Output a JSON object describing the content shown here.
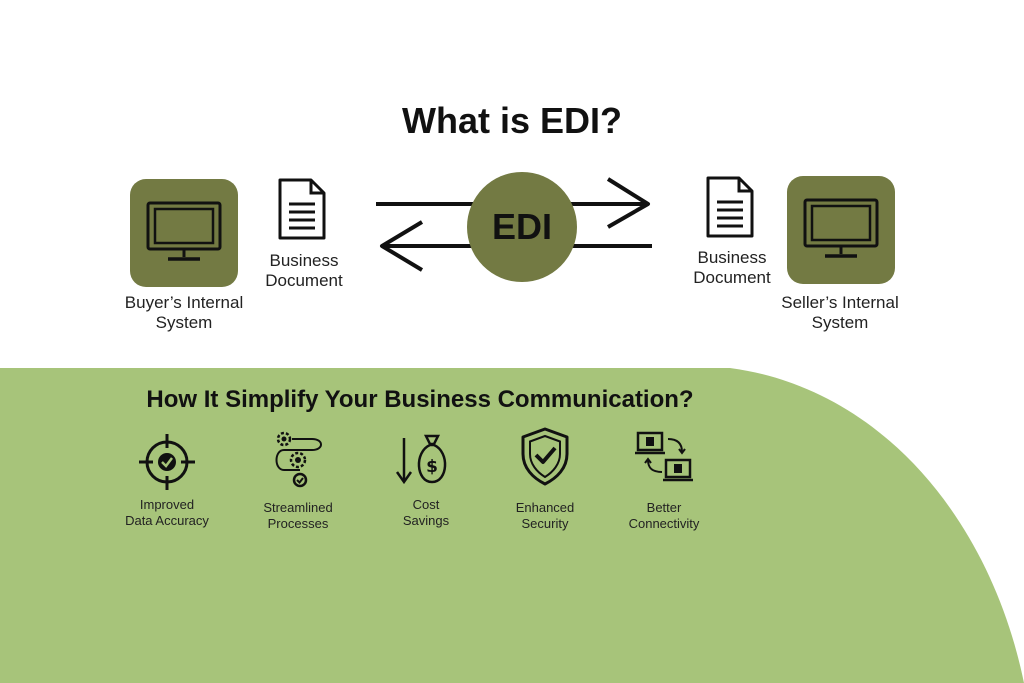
{
  "colors": {
    "olive": "#737a43",
    "light_green": "#a7c47a",
    "ink": "#111111"
  },
  "title": "What is EDI?",
  "edi_label": "EDI",
  "buyer": {
    "icon": "monitor-icon",
    "label_line1": "Buyer’s Internal",
    "label_line2": "System",
    "doc_icon": "document-icon",
    "doc_line1": "Business",
    "doc_line2": "Document"
  },
  "seller": {
    "icon": "monitor-icon",
    "label_line1": "Seller’s Internal",
    "label_line2": "System",
    "doc_icon": "document-icon",
    "doc_line1": "Business",
    "doc_line2": "Document"
  },
  "subtitle": "How It Simplify Your Business Communication?",
  "benefits": [
    {
      "icon": "target-check-icon",
      "line1": "Improved",
      "line2": "Data Accuracy"
    },
    {
      "icon": "gears-check-icon",
      "line1": "Streamlined",
      "line2": "Processes"
    },
    {
      "icon": "money-bag-down-icon",
      "line1": "Cost",
      "line2": "Savings"
    },
    {
      "icon": "shield-check-icon",
      "line1": "Enhanced",
      "line2": "Security"
    },
    {
      "icon": "connected-devices-icon",
      "line1": "Better",
      "line2": "Connectivity"
    }
  ]
}
